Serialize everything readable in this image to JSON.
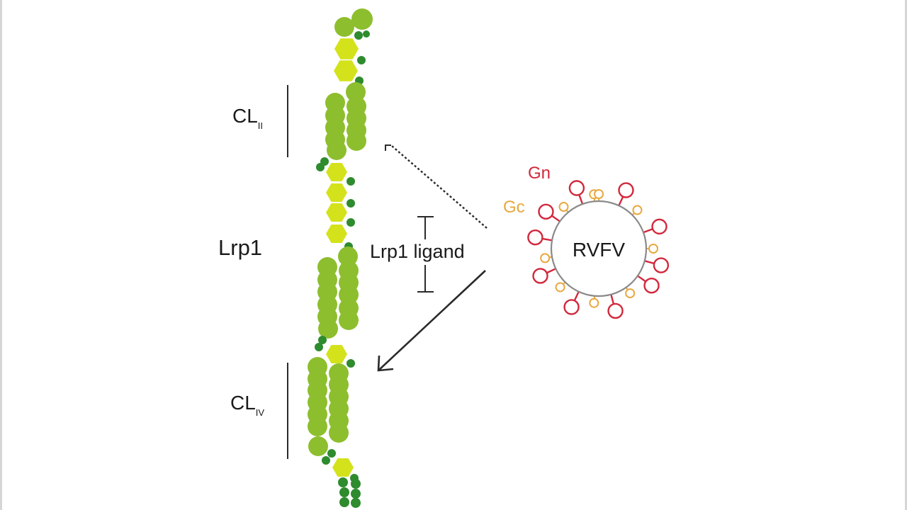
{
  "labels": {
    "cl_upper_main": "CL",
    "cl_upper_sub": "II",
    "cl_lower_main": "CL",
    "cl_lower_sub": "IV",
    "receptor": "Lrp1",
    "ligand": "Lrp1 ligand",
    "virus": "RVFV",
    "gn": "Gn",
    "gc": "Gc"
  },
  "colors": {
    "module_green": "#8dbe2e",
    "linker_dark_green": "#2e8b2e",
    "egf_yellow": "#d4e21c",
    "gn_red": "#d2283c",
    "gc_orange": "#e8a840",
    "virus_outline": "#8a8a8a",
    "line_dark": "#2a2a2a"
  }
}
